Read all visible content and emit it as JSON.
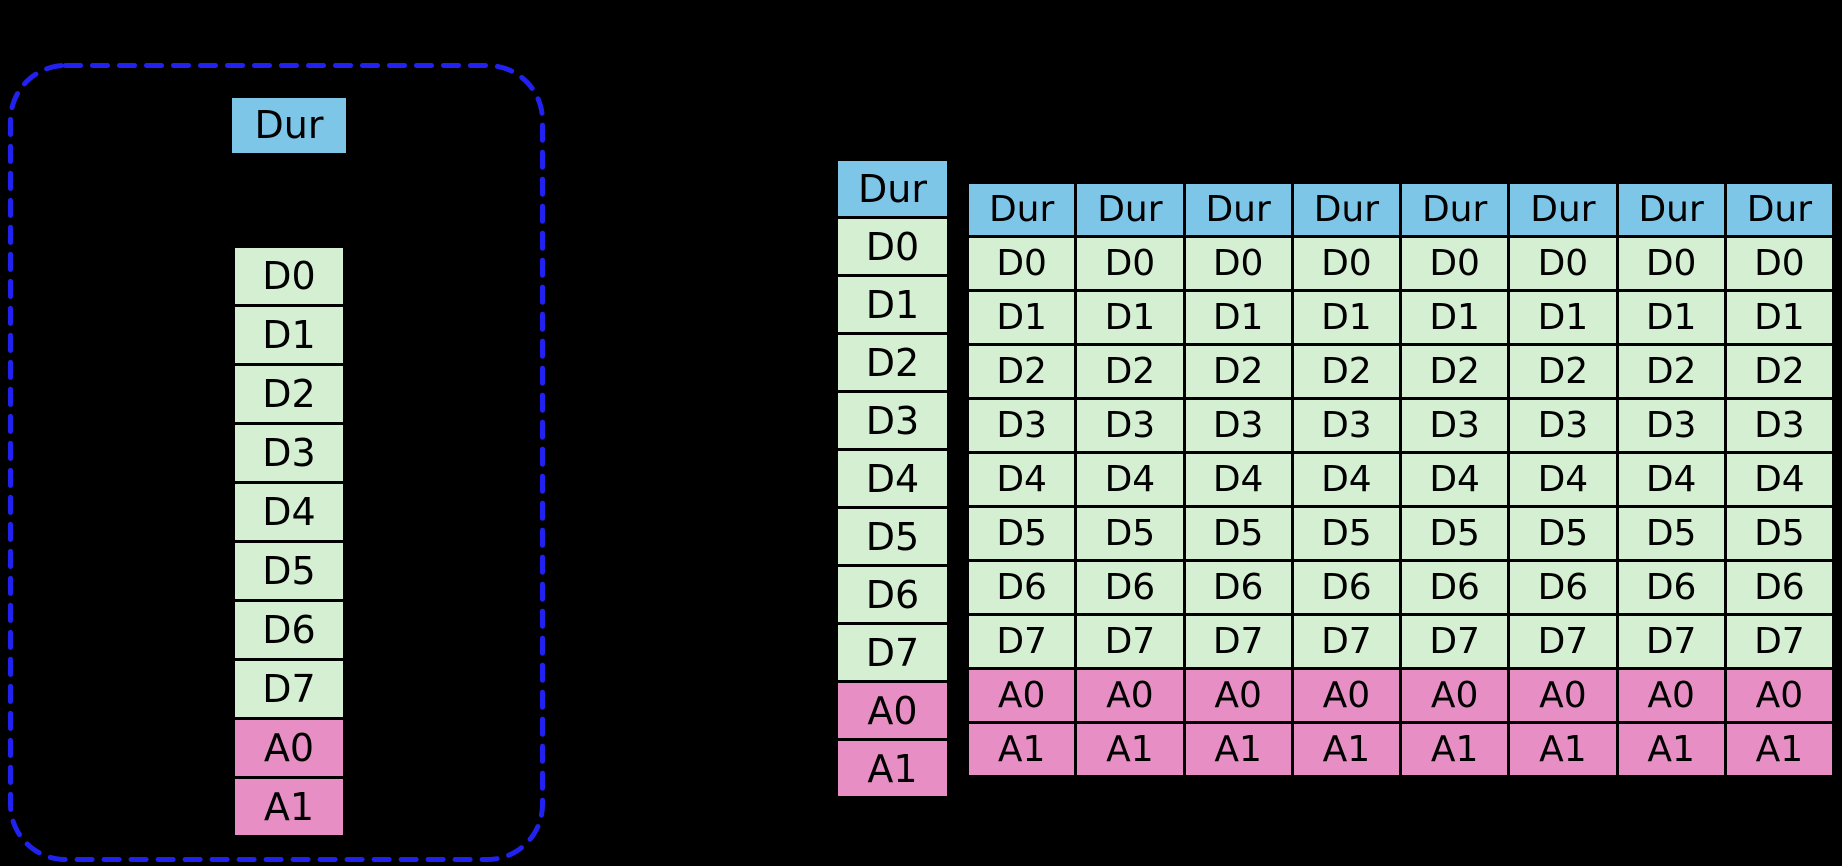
{
  "colors": {
    "background": "#000000",
    "duration_fill": "#7ec6e8",
    "data_fill": "#d5efd3",
    "address_fill": "#e78fc5",
    "cell_border": "#000000",
    "dashed_outline": "#2222f0",
    "text": "#000000"
  },
  "left_panel": {
    "header": {
      "label": "Dur",
      "kind": "duration"
    },
    "cells": [
      {
        "label": "D0",
        "kind": "data"
      },
      {
        "label": "D1",
        "kind": "data"
      },
      {
        "label": "D2",
        "kind": "data"
      },
      {
        "label": "D3",
        "kind": "data"
      },
      {
        "label": "D4",
        "kind": "data"
      },
      {
        "label": "D5",
        "kind": "data"
      },
      {
        "label": "D6",
        "kind": "data"
      },
      {
        "label": "D7",
        "kind": "data"
      },
      {
        "label": "A0",
        "kind": "address"
      },
      {
        "label": "A1",
        "kind": "address"
      }
    ]
  },
  "right_table": {
    "row_header_column": {
      "cells": [
        {
          "label": "Dur",
          "kind": "duration"
        },
        {
          "label": "D0",
          "kind": "data"
        },
        {
          "label": "D1",
          "kind": "data"
        },
        {
          "label": "D2",
          "kind": "data"
        },
        {
          "label": "D3",
          "kind": "data"
        },
        {
          "label": "D4",
          "kind": "data"
        },
        {
          "label": "D5",
          "kind": "data"
        },
        {
          "label": "D6",
          "kind": "data"
        },
        {
          "label": "D7",
          "kind": "data"
        },
        {
          "label": "A0",
          "kind": "address"
        },
        {
          "label": "A1",
          "kind": "address"
        }
      ]
    },
    "grid": {
      "num_columns": 8,
      "column_cells": [
        {
          "label": "Dur",
          "kind": "duration"
        },
        {
          "label": "D0",
          "kind": "data"
        },
        {
          "label": "D1",
          "kind": "data"
        },
        {
          "label": "D2",
          "kind": "data"
        },
        {
          "label": "D3",
          "kind": "data"
        },
        {
          "label": "D4",
          "kind": "data"
        },
        {
          "label": "D5",
          "kind": "data"
        },
        {
          "label": "D6",
          "kind": "data"
        },
        {
          "label": "D7",
          "kind": "data"
        },
        {
          "label": "A0",
          "kind": "address"
        },
        {
          "label": "A1",
          "kind": "address"
        }
      ]
    }
  }
}
